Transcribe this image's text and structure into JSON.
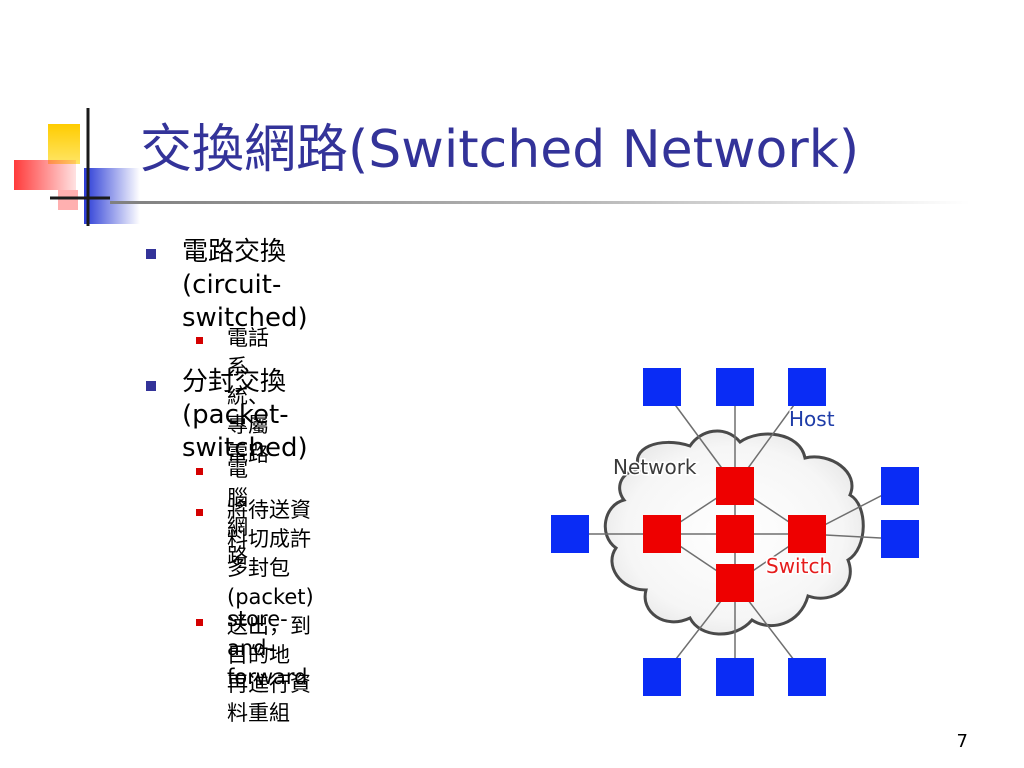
{
  "title": {
    "zh": "交換網路",
    "en": "(Switched Network)"
  },
  "bullets": [
    {
      "line1": "電路交換 (circuit-",
      "line2": "switched)",
      "sub": [
        "電話系統、專屬電路"
      ]
    },
    {
      "line1": "分封交換 (packet-",
      "line2": "switched)",
      "sub": [
        "電腦網路",
        [
          "將待送資料切成許多封包",
          "(packet)送出，到目的地",
          "再進行資料重組"
        ],
        "store-and-forward"
      ]
    }
  ],
  "diagram": {
    "network_label": "Network",
    "host_label": "Host",
    "switch_label": "Switch"
  },
  "page_number": "7",
  "colors": {
    "title": "#333399",
    "bullet": "#333399",
    "bullet_sub": "#d40000",
    "host": "#0a2cf5",
    "switch": "#ee0000",
    "host_label": "#1e3ca8",
    "switch_label": "#e51c1c",
    "network_label": "#3a3a3a",
    "deco_yellow": "#ffcc00",
    "deco_blue": "#2a3bd6",
    "deco_red": "#ff3b3b"
  }
}
